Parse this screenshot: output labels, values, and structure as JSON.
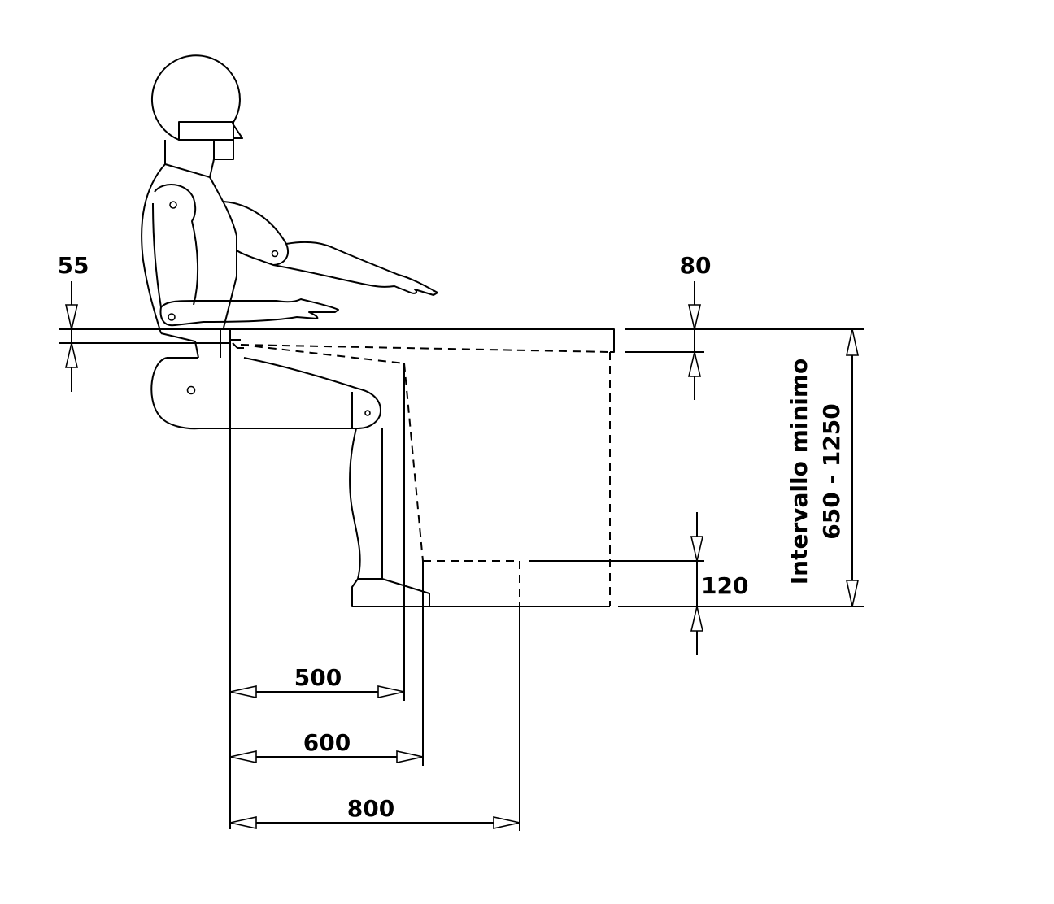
{
  "dimensions": {
    "armrest_thickness": "55",
    "table_top_thickness": "80",
    "foot_rest_height": "120",
    "range_label": "Intervallo minimo",
    "range_value": "650 - 1250",
    "depth_1": "500",
    "depth_2": "600",
    "depth_3": "800"
  },
  "colors": {
    "line": "#000000",
    "background": "#ffffff"
  }
}
